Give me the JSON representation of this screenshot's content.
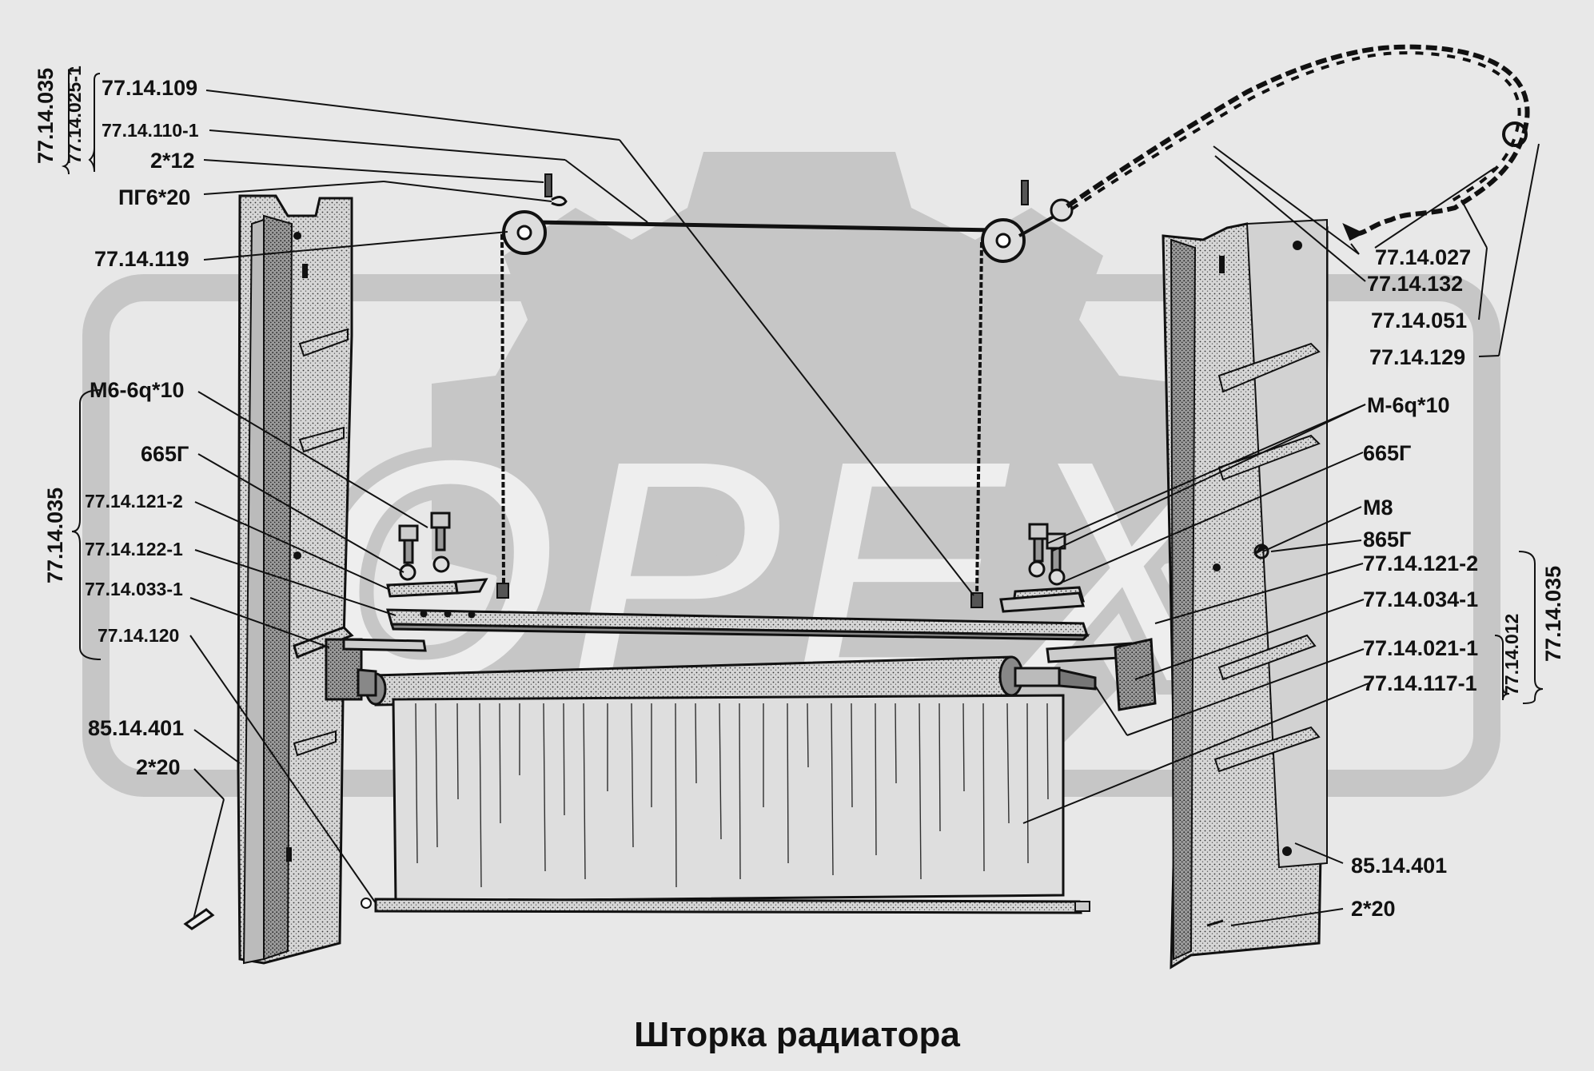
{
  "title": "Шторка радиатора",
  "watermark": "OPEX",
  "labels": {
    "l_77_14_109": "77.14.109",
    "l_77_14_110_1": "77.14.110-1",
    "l_2x12": "2*12",
    "l_pg6x20": "ПГ6*20",
    "l_77_14_119": "77.14.119",
    "l_m6_6q_10_left": "М6-6q*10",
    "l_665g_left": "665Г",
    "l_77_14_121_2_left": "77.14.121-2",
    "l_77_14_122_1": "77.14.122-1",
    "l_77_14_033_1": "77.14.033-1",
    "l_77_14_120": "77.14.120",
    "l_85_14_401_left": "85.14.401",
    "l_2x20_left": "2*20",
    "l_77_14_027": "77.14.027",
    "l_77_14_132": "77.14.132",
    "l_77_14_051": "77.14.051",
    "l_77_14_129": "77.14.129",
    "l_m6_6q_10_right": "М-6q*10",
    "l_665g_right": "665Г",
    "l_m8": "М8",
    "l_865g": "865Г",
    "l_77_14_121_2_right": "77.14.121-2",
    "l_77_14_034_1": "77.14.034-1",
    "l_77_14_021_1": "77.14.021-1",
    "l_77_14_117_1": "77.14.117-1",
    "l_85_14_401_right": "85.14.401",
    "l_2x20_right": "2*20"
  },
  "group_labels": {
    "g_77_14_035_top": "77.14.035",
    "g_77_14_025_1": "77.14.025-1",
    "g_77_14_035_left": "77.14.035",
    "g_77_14_012": "77.14.012",
    "g_77_14_035_right": "77.14.035"
  },
  "colors": {
    "background": "#e8e8e8",
    "watermark": "#c4c4c4",
    "line": "#111111",
    "panel_fill": "#d8d8d8"
  }
}
